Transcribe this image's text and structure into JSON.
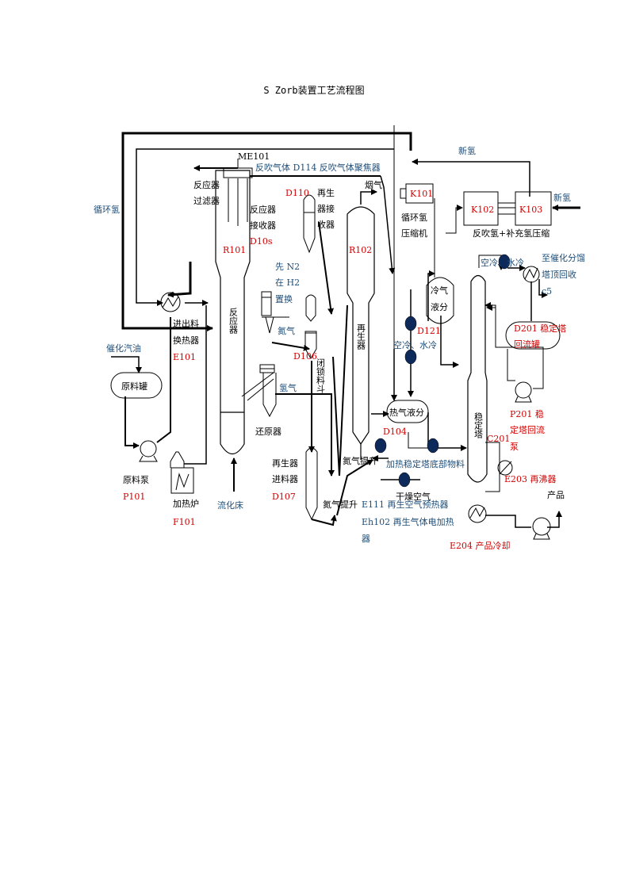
{
  "title": "S Zorb装置工艺流程图",
  "colors": {
    "blue_text": "#1f4e79",
    "red_text": "#d40000",
    "black": "#000000",
    "node_fill": "#0e2a5a"
  },
  "labels": {
    "me101": "ME101",
    "backblow": "反吹气体 D114 反吹气体聚焦器",
    "reactor_filter_1": "反应器",
    "reactor_filter_2": "过滤器",
    "recycle_h2": "循环氢",
    "receiver_1": "反应器",
    "receiver_2": "接收器",
    "receiver_3": "D10s",
    "r101": "R101",
    "reactor_vert": "反应器",
    "d110": "D110",
    "regen_recv_1": "再生",
    "regen_recv_2": "器接",
    "regen_recv_3": "收器",
    "flue_gas": "烟气",
    "r102": "R102",
    "regen_vert": "再生器",
    "n2_first_1": "先 N2",
    "n2_first_2": "在 H2",
    "n2_first_3": "置换",
    "nitrogen_1": "氮气",
    "d106": "D106",
    "lockhopper": "闭锁料斗",
    "hydrogen_1": "氢气",
    "reducer": "还原器",
    "feed_ex_1": "进出料",
    "feed_ex_2": "换热器",
    "e101": "E101",
    "cat_gasoline": "催化汽油",
    "feed_tank": "原料罐",
    "feed_pump": "原料泵",
    "p101": "P101",
    "furnace": "加热炉",
    "f101": "F101",
    "fluid_bed": "流化床",
    "regen_feeder_1": "再生器",
    "regen_feeder_2": "进料器",
    "d107": "D107",
    "n2_lift_1": "氮气提升",
    "n2_lift_2": "氮气提升",
    "e111": "E111 再生空气预热器",
    "eh102_1": "Eh102 再生气体电加热",
    "eh102_2": "器",
    "dry_air": "干燥空气",
    "new_h2_top": "新氢",
    "k101": "K101",
    "recycle_comp_1": "循环氢",
    "recycle_comp_2": "压缩机",
    "k102": "K102",
    "k103": "K103",
    "new_h2_right": "新氢",
    "backblow_comp": "反吹氢+补充氢压缩",
    "cold_sep_1": "冷气",
    "cold_sep_2": "液分",
    "d121": "D121",
    "air_water_1": "空冷、水冷",
    "air_water_2": "空冷、水冷",
    "hot_sep": "热气液分",
    "d104": "D104",
    "heat_bottoms": "加热稳定塔底部物料",
    "stabilizer": "稳定塔",
    "c201": "C201",
    "to_frac_1": "至催化分馏",
    "to_frac_2": "塔顶回收",
    "to_frac_3": "c5",
    "d201_1": "D201 稳定塔",
    "d201_2": "回流罐",
    "p201_1": "P201 稳",
    "p201_2": "定塔回流",
    "p201_3": "泵",
    "e203": "E203 再沸器",
    "product": "产品",
    "e204": "E204 产品冷却"
  }
}
